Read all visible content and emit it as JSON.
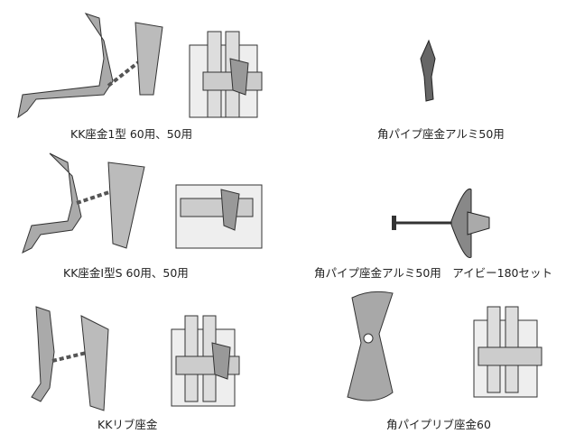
{
  "products": [
    {
      "label": "KK座金1型 60用、50用"
    },
    {
      "label": "角パイプ座金アルミ50用"
    },
    {
      "label": "KK座金I型S 60用、50用"
    },
    {
      "label": "角パイプ座金アルミ50用　アイビー180セット"
    },
    {
      "label": "KKリブ座金"
    },
    {
      "label": "角パイプリブ座金60"
    }
  ],
  "colors": {
    "line": "#333333",
    "metal": "#9a9a9a",
    "panel": "#e8e8e8"
  }
}
